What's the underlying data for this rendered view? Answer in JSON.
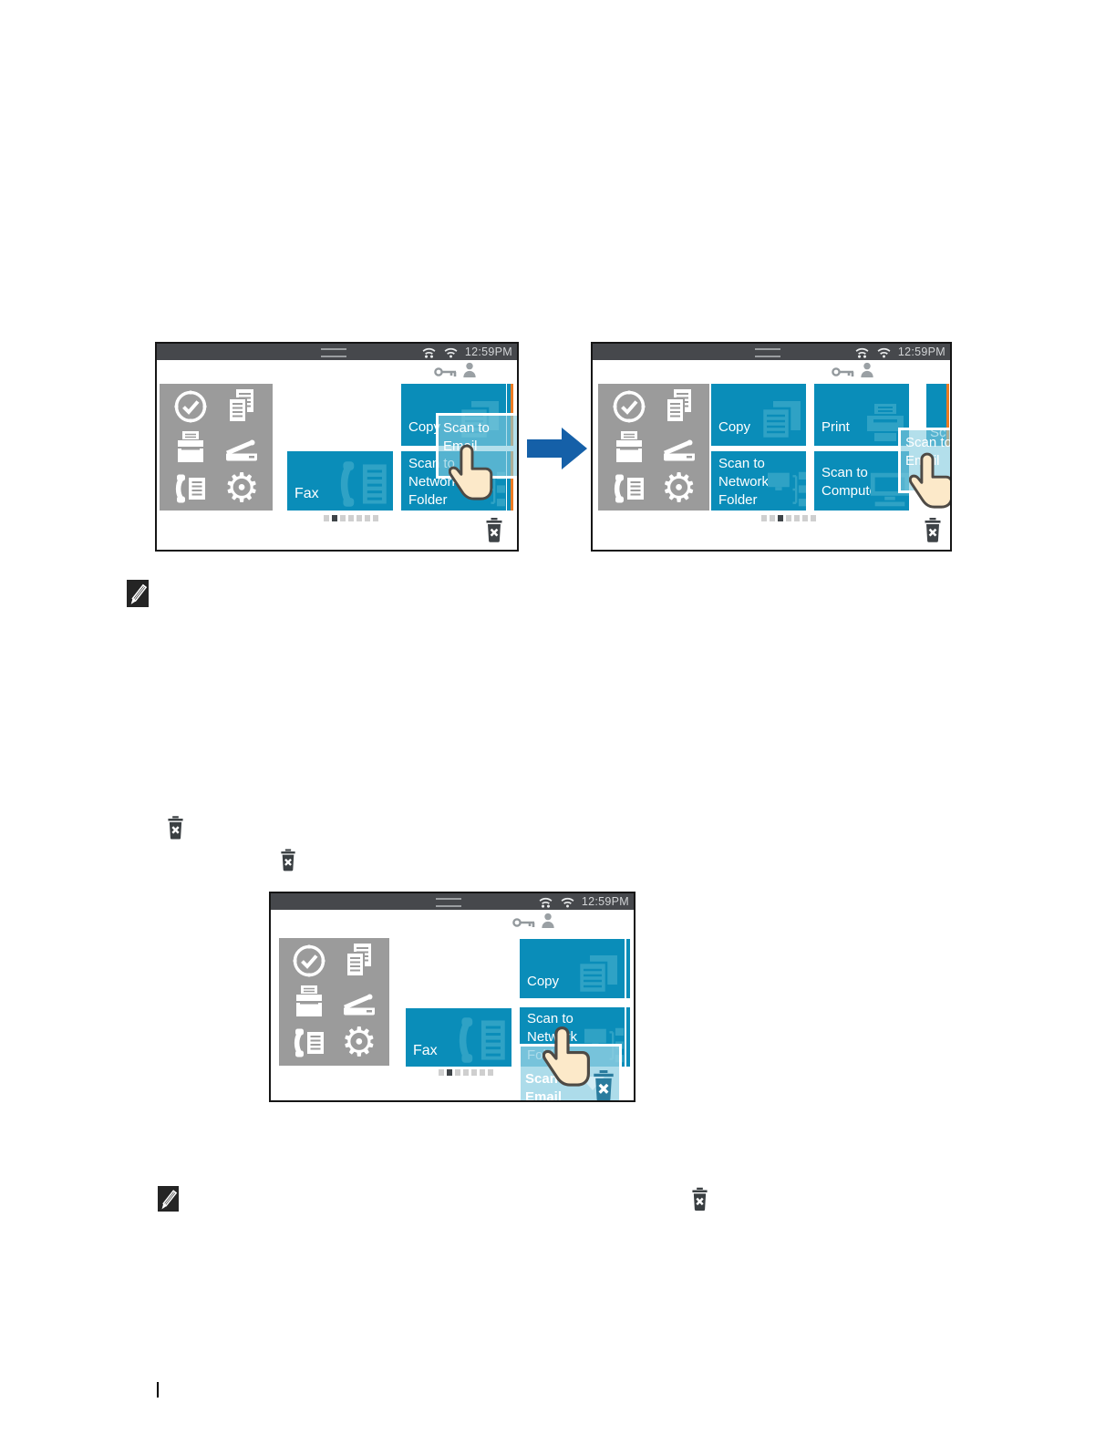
{
  "colors": {
    "tile_blue": "#0a8db9",
    "tile_icon_blue": "#2fa2c5",
    "sidebar_gray": "#9b9b9b",
    "statusbar_gray": "#46484c",
    "accent_orange": "#ed7b21",
    "arrow_blue": "#1560a8",
    "drag_tile_fill": "rgba(132,203,222,0.62)",
    "trash_dark": "#3e4347",
    "trash_blue": "#2a7c9e",
    "dot_active": "#3f4448",
    "dot_inactive": "#cfcfcf"
  },
  "arrow": {
    "name": "right-arrow",
    "color": "#1560a8"
  },
  "document_icons": {
    "note_icons": [
      "note-pencil-icon",
      "note-pencil-icon"
    ],
    "inline_trash_icons": [
      "trash-delete-icon",
      "trash-delete-icon",
      "trash-delete-icon"
    ]
  },
  "screens": {
    "before": {
      "time": "12:59PM",
      "status_icons": [
        "wifi-direct-icon",
        "wifi-icon"
      ],
      "header_icons": [
        "key-icon",
        "user-icon"
      ],
      "sidebar_icons": [
        "clock-icon",
        "copy-documents-icon",
        "printer-icon",
        "scanner-icon",
        "fax-phone-icon",
        "settings-gear-icon"
      ],
      "tiles": {
        "fax": "Fax",
        "copy": "Copy",
        "scan_network": [
          "Scan to",
          "Network",
          "Folder"
        ]
      },
      "drag_tile": [
        "Scan to",
        "Email"
      ],
      "dots": {
        "count": 7,
        "active": 1
      }
    },
    "after": {
      "time": "12:59PM",
      "status_icons": [
        "wifi-direct-icon",
        "wifi-icon"
      ],
      "header_icons": [
        "key-icon",
        "user-icon"
      ],
      "sidebar_icons": [
        "clock-icon",
        "copy-documents-icon",
        "printer-icon",
        "scanner-icon",
        "fax-phone-icon",
        "settings-gear-icon"
      ],
      "tiles": {
        "copy": "Copy",
        "print": "Print",
        "partial": "Sca",
        "scan_network": [
          "Scan to",
          "Network",
          "Folder"
        ],
        "scan_computer": [
          "Scan to",
          "Computer"
        ]
      },
      "drag_tile": [
        "Scan to",
        "Email"
      ],
      "dots": {
        "count": 7,
        "active": 2
      }
    },
    "delete_drop": {
      "time": "12:59PM",
      "status_icons": [
        "wifi-direct-icon",
        "wifi-icon"
      ],
      "header_icons": [
        "key-icon",
        "user-icon"
      ],
      "sidebar_icons": [
        "clock-icon",
        "copy-documents-icon",
        "printer-icon",
        "scanner-icon",
        "fax-phone-icon",
        "settings-gear-icon"
      ],
      "tiles": {
        "fax": "Fax",
        "copy": "Copy",
        "scan_network": [
          "Scan to",
          "Network",
          "Folder"
        ]
      },
      "drag_tile": [
        "Scan to",
        "Email"
      ],
      "dots": {
        "count": 7,
        "active": 1
      }
    }
  }
}
